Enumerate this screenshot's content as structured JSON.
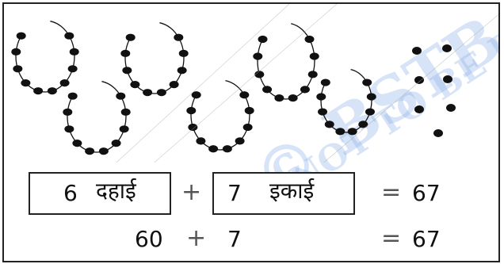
{
  "watermark": {
    "line1": "© BSTB",
    "line2": "NOT TO BE P"
  },
  "equation1": {
    "tens_number": "6",
    "tens_word": "दहाई",
    "plus": "+",
    "ones_number": "7",
    "ones_word": "इकाई",
    "equals": "=",
    "result": "67"
  },
  "equation2": {
    "tens_value": "60",
    "plus": "+",
    "ones_value": "7",
    "equals": "=",
    "result": "67"
  },
  "colors": {
    "bead": "#111111",
    "string": "#111111",
    "watermark": "#8fb1e8"
  }
}
